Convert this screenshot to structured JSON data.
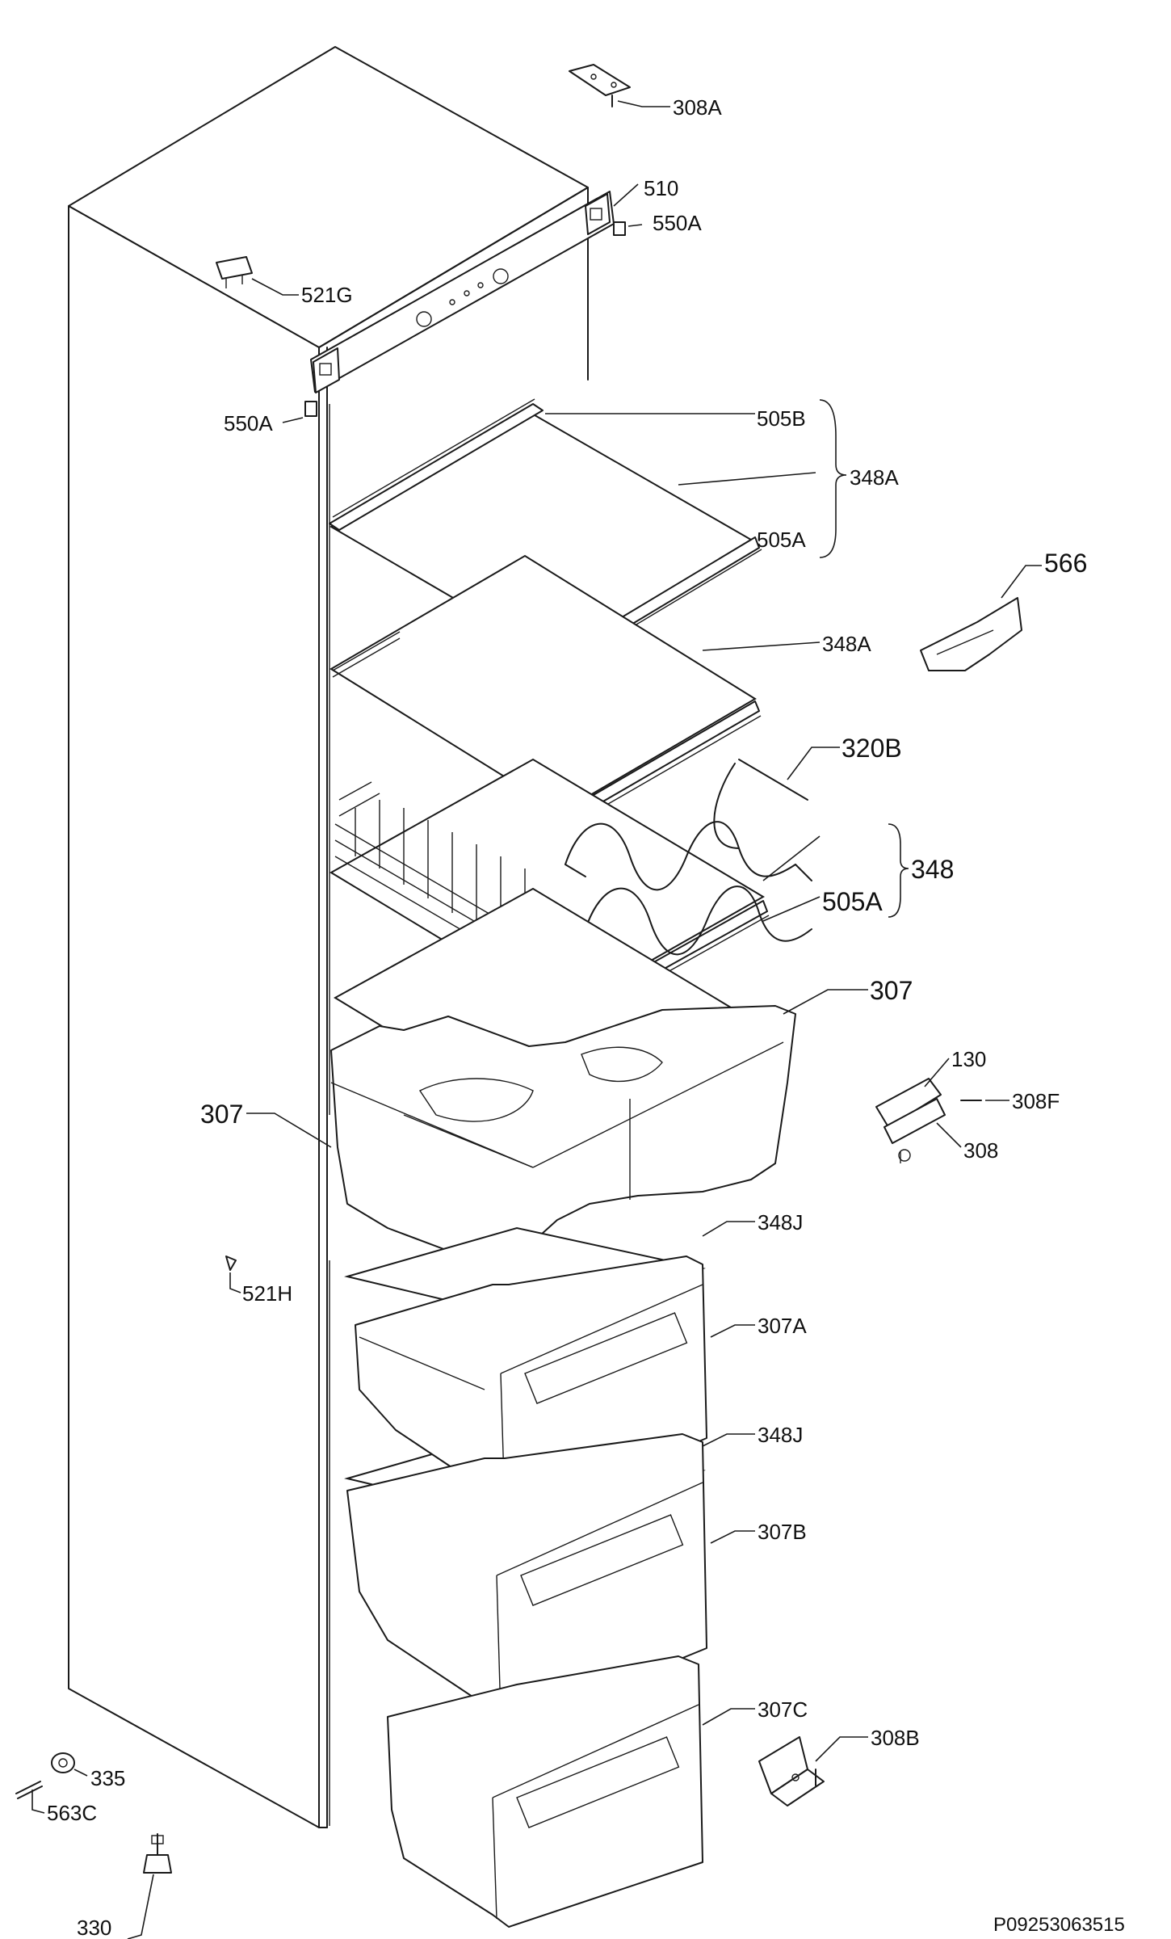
{
  "labels": {
    "308A": "308A",
    "510": "510",
    "550A_top": "550A",
    "521G": "521G",
    "550A_left": "550A",
    "505B": "505B",
    "348A_group": "348A",
    "505A_top": "505A",
    "566": "566",
    "348A_single": "348A",
    "320B": "320B",
    "348": "348",
    "505A_bottom": "505A",
    "307_right": "307",
    "130": "130",
    "308F": "308F",
    "308": "308",
    "307_left": "307",
    "348J_top": "348J",
    "521H": "521H",
    "307A": "307A",
    "348J_bottom": "348J",
    "307B": "307B",
    "307C": "307C",
    "308B": "308B",
    "335": "335",
    "563C": "563C",
    "330": "330"
  },
  "document_number": "P09253063515"
}
